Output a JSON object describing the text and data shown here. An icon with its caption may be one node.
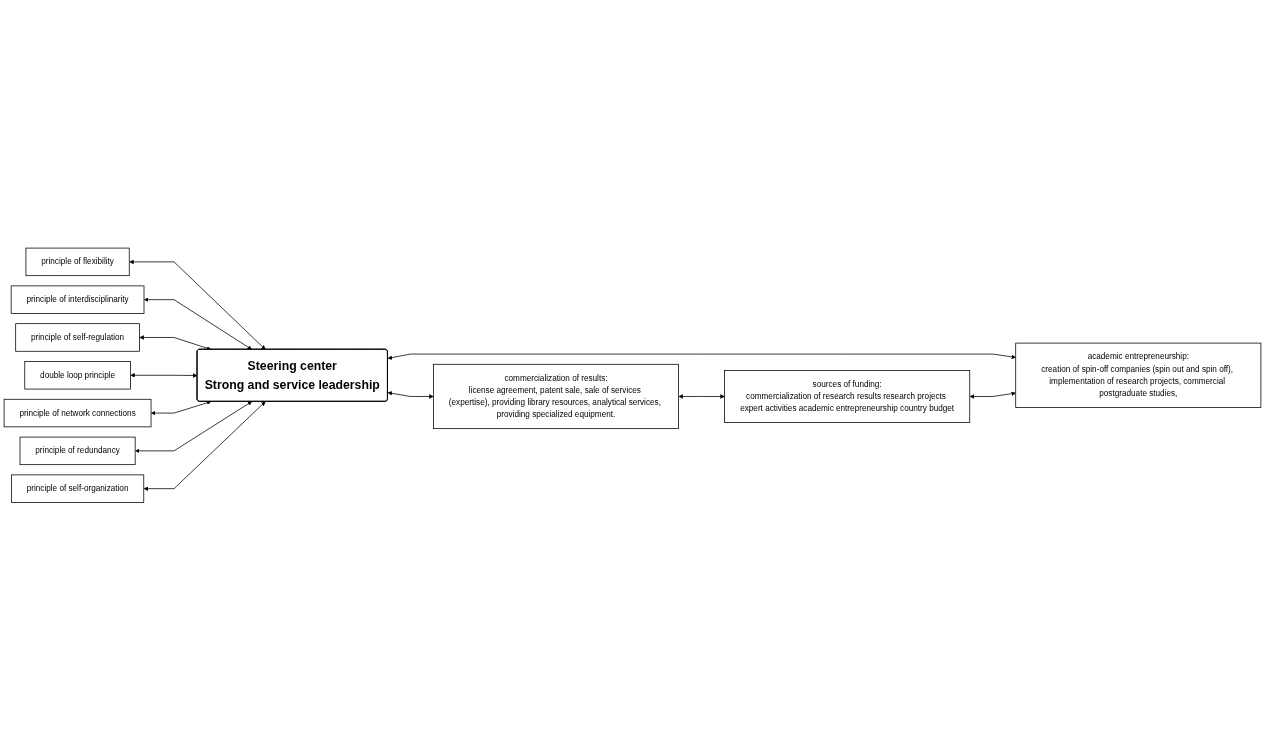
{
  "diagram": {
    "nodes": [
      {
        "text": [
          "principle of flexibility"
        ]
      },
      {
        "text": [
          "principle of interdisciplinarity"
        ]
      },
      {
        "text": [
          "principle of self-regulation"
        ]
      },
      {
        "text": [
          "double loop principle"
        ]
      },
      {
        "text": [
          "principle of network connections"
        ]
      },
      {
        "text": [
          "principle of redundancy"
        ]
      },
      {
        "text": [
          "principle of self-organization"
        ]
      },
      {
        "text": [
          "Steering center",
          "Strong and service leadership"
        ]
      },
      {
        "text": [
          "commercialization of results:",
          "license agreement, patent sale, sale of services (expertise), providing library resources, analytical services, providing specialized equipment."
        ]
      },
      {
        "text": [
          "sources of funding:",
          "commercialization of research results research projects expert activities academic entrepreneurship country budget"
        ]
      },
      {
        "text": [
          "academic entrepreneurship:",
          "creation of spin-off companies (spin out and spin off), implementation of research projects, commercial postgraduate studies,"
        ]
      }
    ],
    "edges": [
      {
        "from": 0,
        "to": 7,
        "arrow": "both"
      },
      {
        "from": 1,
        "to": 7,
        "arrow": "both"
      },
      {
        "from": 2,
        "to": 7,
        "arrow": "both"
      },
      {
        "from": 3,
        "to": 7,
        "arrow": "both"
      },
      {
        "from": 4,
        "to": 7,
        "arrow": "both"
      },
      {
        "from": 5,
        "to": 7,
        "arrow": "both"
      },
      {
        "from": 6,
        "to": 7,
        "arrow": "both"
      },
      {
        "from": 7,
        "to": 8,
        "arrow": "both"
      },
      {
        "from": 8,
        "to": 9,
        "arrow": "both"
      },
      {
        "from": 7,
        "to": 10,
        "arrow": "both"
      },
      {
        "from": 9,
        "to": 10,
        "arrow": "both"
      }
    ]
  }
}
